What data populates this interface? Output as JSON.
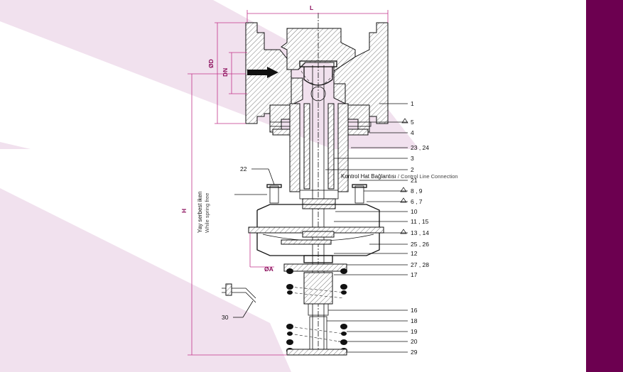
{
  "dimensions": {
    "L": "L",
    "D": "ØD",
    "DN": "DN",
    "H": "H",
    "A": "ØA"
  },
  "side_label": {
    "tr": "Yay serbest iken",
    "en": "While spring free"
  },
  "control_line": {
    "tr": "Kontrol Hat Bağlantısı",
    "separator": " / ",
    "en": "Control Line Connection"
  },
  "parts": {
    "p1": "1",
    "p5": "5",
    "p4": "4",
    "p23_24": "23 , 24",
    "p3": "3",
    "p2": "2",
    "p21": "21",
    "p8_9": "8 , 9",
    "p6_7": "6 , 7",
    "p10": "10",
    "p11_15": "11 , 15",
    "p13_14": "13 , 14",
    "p25_26": "25 , 26",
    "p12": "12",
    "p27_28": "27 , 28",
    "p17": "17",
    "p16": "16",
    "p18": "18",
    "p19": "19",
    "p20": "20",
    "p29": "29",
    "p22": "22",
    "p30": "30"
  },
  "colors": {
    "accent_bar": "#6c0050",
    "band": "#f1e1ee",
    "dimension": "#8a0b5a"
  }
}
